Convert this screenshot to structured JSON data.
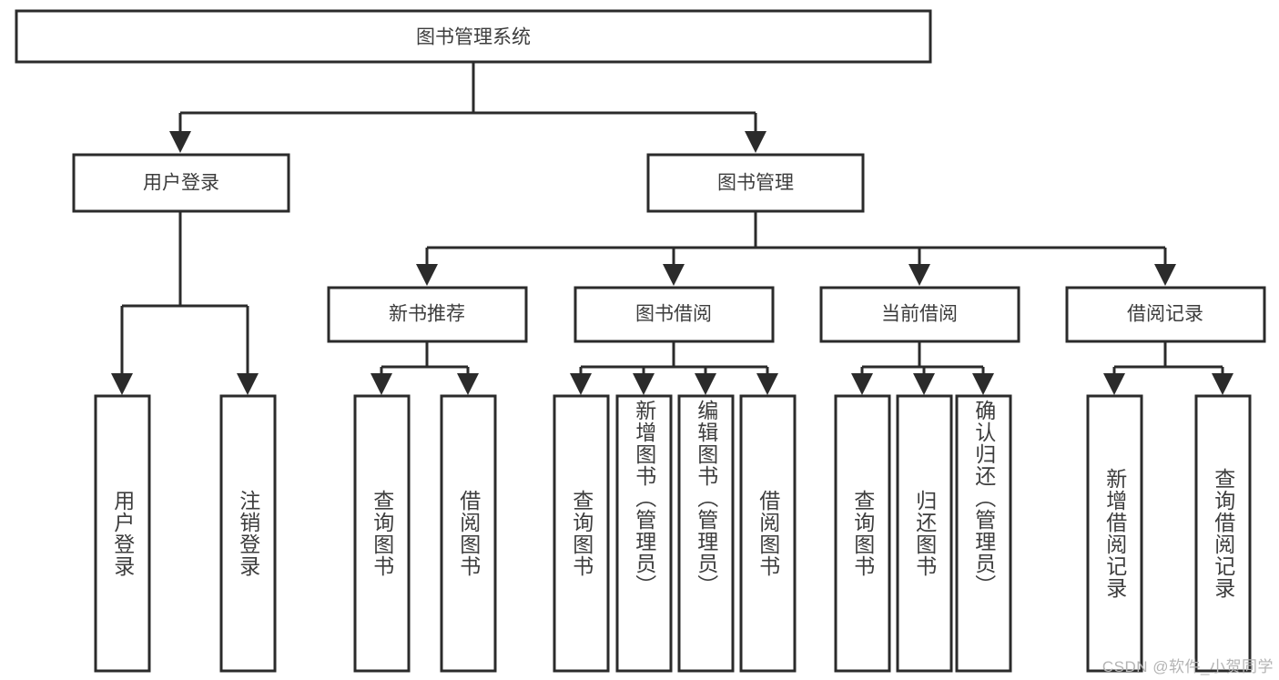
{
  "diagram": {
    "type": "tree",
    "title": "图书管理系统",
    "watermark": "CSDN @软件_小贺同学",
    "colors": {
      "background": "#ffffff",
      "box_fill": "#ffffff",
      "box_stroke": "#2b2b2b",
      "text": "#3d3d3d",
      "watermark": "#b4b4b4"
    },
    "root": {
      "label": "图书管理系统"
    },
    "level2": [
      {
        "id": "user-login",
        "label": "用户登录"
      },
      {
        "id": "book-management",
        "label": "图书管理"
      }
    ],
    "level3": [
      {
        "id": "new-book-recommend",
        "label": "新书推荐",
        "parent": "book-management"
      },
      {
        "id": "book-borrow",
        "label": "图书借阅",
        "parent": "book-management"
      },
      {
        "id": "current-borrow",
        "label": "当前借阅",
        "parent": "book-management"
      },
      {
        "id": "borrow-record",
        "label": "借阅记录",
        "parent": "book-management"
      }
    ],
    "leaves": [
      {
        "id": "leaf-user-login",
        "label": "用户登录",
        "parent": "user-login"
      },
      {
        "id": "leaf-logout",
        "label": "注销登录",
        "parent": "user-login"
      },
      {
        "id": "leaf-query-book-1",
        "label": "查询图书",
        "parent": "new-book-recommend"
      },
      {
        "id": "leaf-borrow-book-1",
        "label": "借阅图书",
        "parent": "new-book-recommend"
      },
      {
        "id": "leaf-query-book-2",
        "label": "查询图书",
        "parent": "book-borrow"
      },
      {
        "id": "leaf-add-book",
        "label": "新增图书（管理员）",
        "parent": "book-borrow"
      },
      {
        "id": "leaf-edit-book",
        "label": "编辑图书（管理员）",
        "parent": "book-borrow"
      },
      {
        "id": "leaf-borrow-book-2",
        "label": "借阅图书",
        "parent": "book-borrow"
      },
      {
        "id": "leaf-query-book-3",
        "label": "查询图书",
        "parent": "current-borrow"
      },
      {
        "id": "leaf-return-book",
        "label": "归还图书",
        "parent": "current-borrow"
      },
      {
        "id": "leaf-confirm-return",
        "label": "确认归还（管理员）",
        "parent": "current-borrow"
      },
      {
        "id": "leaf-add-record",
        "label": "新增借阅记录",
        "parent": "borrow-record"
      },
      {
        "id": "leaf-query-record",
        "label": "查询借阅记录",
        "parent": "borrow-record"
      }
    ]
  }
}
